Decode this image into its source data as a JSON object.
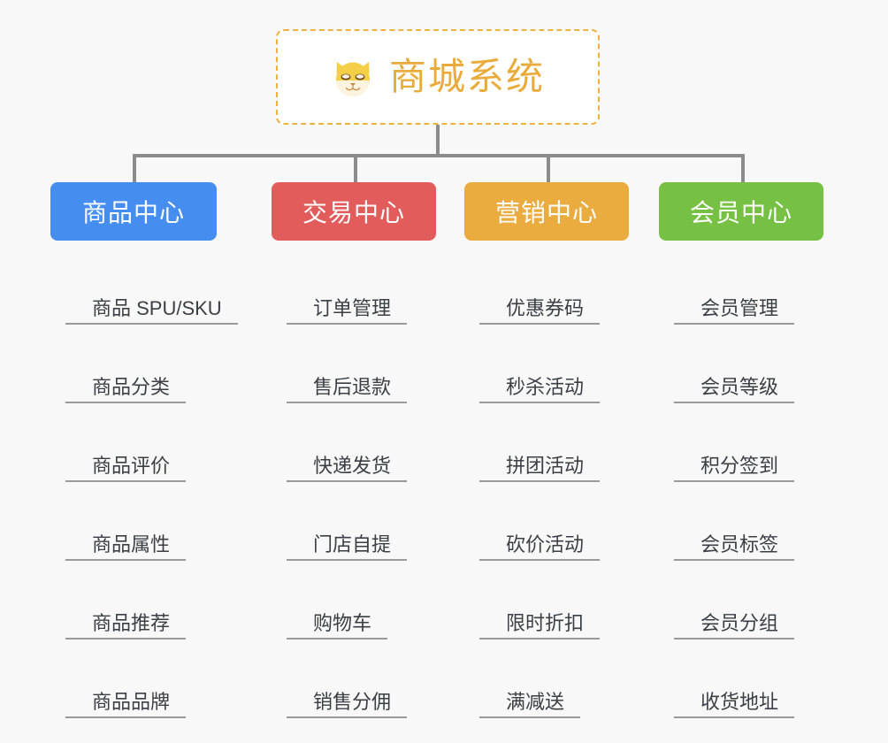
{
  "background_color": "#f8f8f8",
  "root": {
    "title": "商城系统",
    "icon": "shiba-dog-icon",
    "border_color": "#efb13f",
    "text_color": "#e9ab3c"
  },
  "connector_color": "#8c8c8c",
  "columns": [
    {
      "key": "product",
      "label": "商品中心",
      "color": "#458ef0",
      "items": [
        "商品 SPU/SKU",
        "商品分类",
        "商品评价",
        "商品属性",
        "商品推荐",
        "商品品牌"
      ]
    },
    {
      "key": "trade",
      "label": "交易中心",
      "color": "#e35c5c",
      "items": [
        "订单管理",
        "售后退款",
        "快递发货",
        "门店自提",
        "购物车",
        "销售分佣"
      ]
    },
    {
      "key": "marketing",
      "label": "营销中心",
      "color": "#eaab3f",
      "items": [
        "优惠券码",
        "秒杀活动",
        "拼团活动",
        "砍价活动",
        "限时折扣",
        "满减送"
      ]
    },
    {
      "key": "member",
      "label": "会员中心",
      "color": "#76c043",
      "items": [
        "会员管理",
        "会员等级",
        "积分签到",
        "会员标签",
        "会员分组",
        "收货地址"
      ]
    }
  ]
}
